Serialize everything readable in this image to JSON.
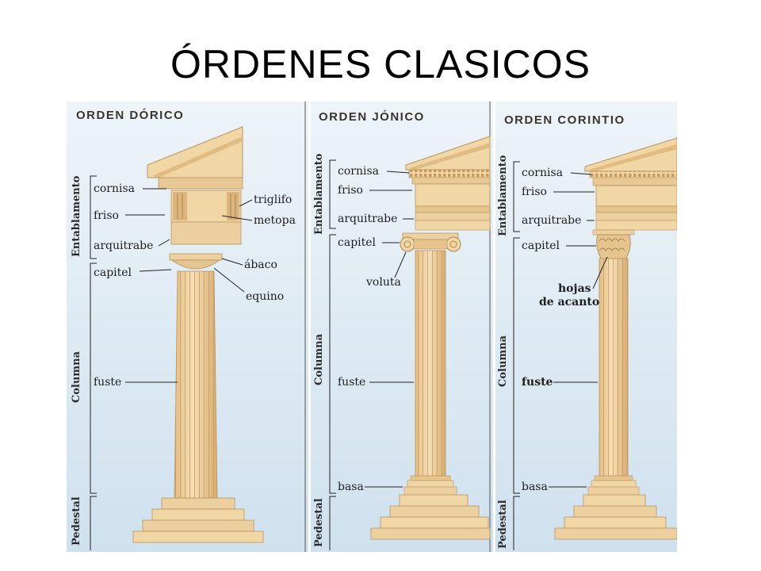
{
  "title": "ÓRDENES CLASICOS",
  "colors": {
    "stone": "#f2d7a6",
    "stone_dark": "#d9b27a",
    "background": "#d6e6f2",
    "line": "#222222"
  },
  "panels": [
    {
      "heading": "ORDEN DÓRICO",
      "groups": [
        "Entablamento",
        "Columna",
        "Pedestal"
      ],
      "labels_left": [
        "cornisa",
        "friso",
        "arquitrabe",
        "capitel",
        "fuste"
      ],
      "labels_right": [
        "triglifo",
        "metopa",
        "ábaco",
        "equino"
      ]
    },
    {
      "heading": "ORDEN JÓNICO",
      "groups": [
        "Entablamento",
        "Columna",
        "Pedestal"
      ],
      "labels_left": [
        "cornisa",
        "friso",
        "arquitrabe",
        "capitel",
        "fuste",
        "basa"
      ],
      "labels_right": [
        "voluta"
      ]
    },
    {
      "heading": "ORDEN CORINTIO",
      "groups": [
        "Entablamento",
        "Columna",
        "Pedestal"
      ],
      "labels_left": [
        "cornisa",
        "friso",
        "arquitrabe",
        "capitel",
        "fuste",
        "basa"
      ],
      "labels_right": [
        "hojas",
        "de acanto"
      ]
    }
  ]
}
